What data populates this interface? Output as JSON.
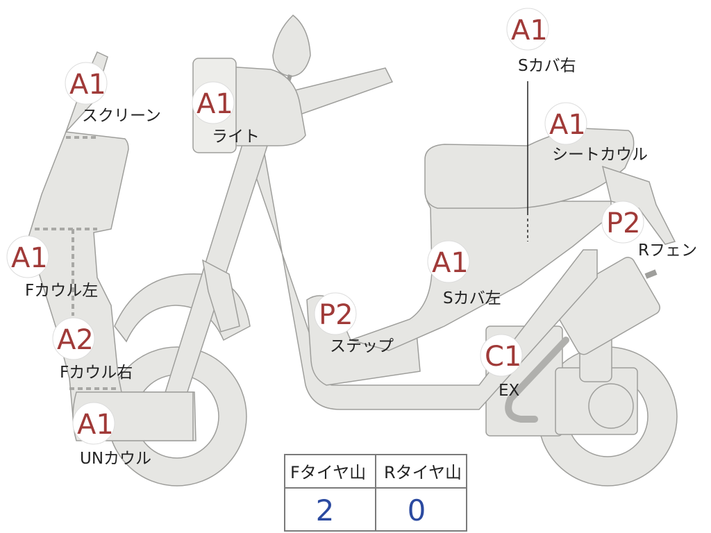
{
  "badges": [
    {
      "id": "screen",
      "code": "A1",
      "label": "スクリーン"
    },
    {
      "id": "light",
      "code": "A1",
      "label": "ライト"
    },
    {
      "id": "fcowl-left",
      "code": "A1",
      "label": "Fカウル左"
    },
    {
      "id": "fcowl-right",
      "code": "A2",
      "label": "Fカウル右"
    },
    {
      "id": "un-cowl",
      "code": "A1",
      "label": "UNカウル"
    },
    {
      "id": "step",
      "code": "P2",
      "label": "ステップ"
    },
    {
      "id": "scover-left",
      "code": "A1",
      "label": "Sカバ左"
    },
    {
      "id": "scover-right",
      "code": "A1",
      "label": "Sカバ右"
    },
    {
      "id": "seat-cowl",
      "code": "A1",
      "label": "シートカウル"
    },
    {
      "id": "r-fender",
      "code": "P2",
      "label": "Rフェン"
    },
    {
      "id": "exhaust",
      "code": "C1",
      "label": "EX"
    }
  ],
  "tire_table": {
    "headers": [
      "Fタイヤ山",
      "Rタイヤ山"
    ],
    "values": [
      "2",
      "0"
    ]
  },
  "colors": {
    "code_red": "#a03a38",
    "value_blue": "#2b4aa0",
    "body_fill": "#e6e6e3",
    "outline": "#9e9e9b"
  }
}
